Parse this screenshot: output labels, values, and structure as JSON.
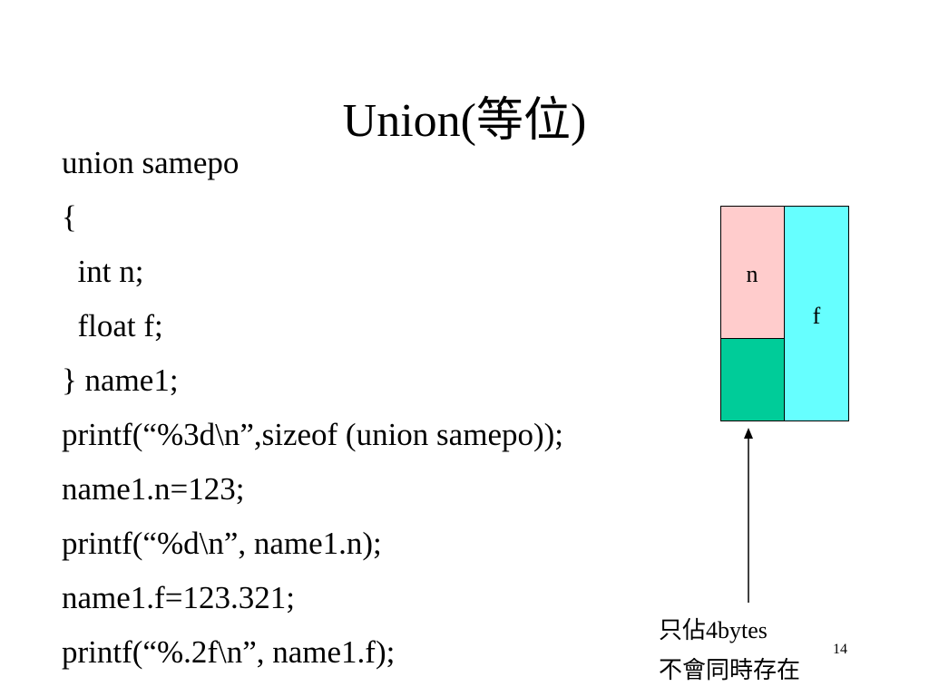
{
  "slide": {
    "title": "Union(等位)",
    "code_lines": [
      "union samepo",
      "{",
      "  int n;",
      "  float f;",
      "} name1;",
      "printf(“%3d\\n”,sizeof (union samepo));",
      "name1.n=123;",
      "printf(“%d\\n”, name1.n);",
      "name1.f=123.321;",
      "printf(“%.2f\\n”, name1.f);"
    ],
    "diagram": {
      "n_label": "n",
      "f_label": "f",
      "colors": {
        "n_box": "#FFCCCC",
        "lower_box": "#00CC99",
        "f_box": "#66FFFF"
      }
    },
    "note_lines": [
      "只佔4bytes",
      "不會同時存在"
    ],
    "page_number": "14"
  }
}
